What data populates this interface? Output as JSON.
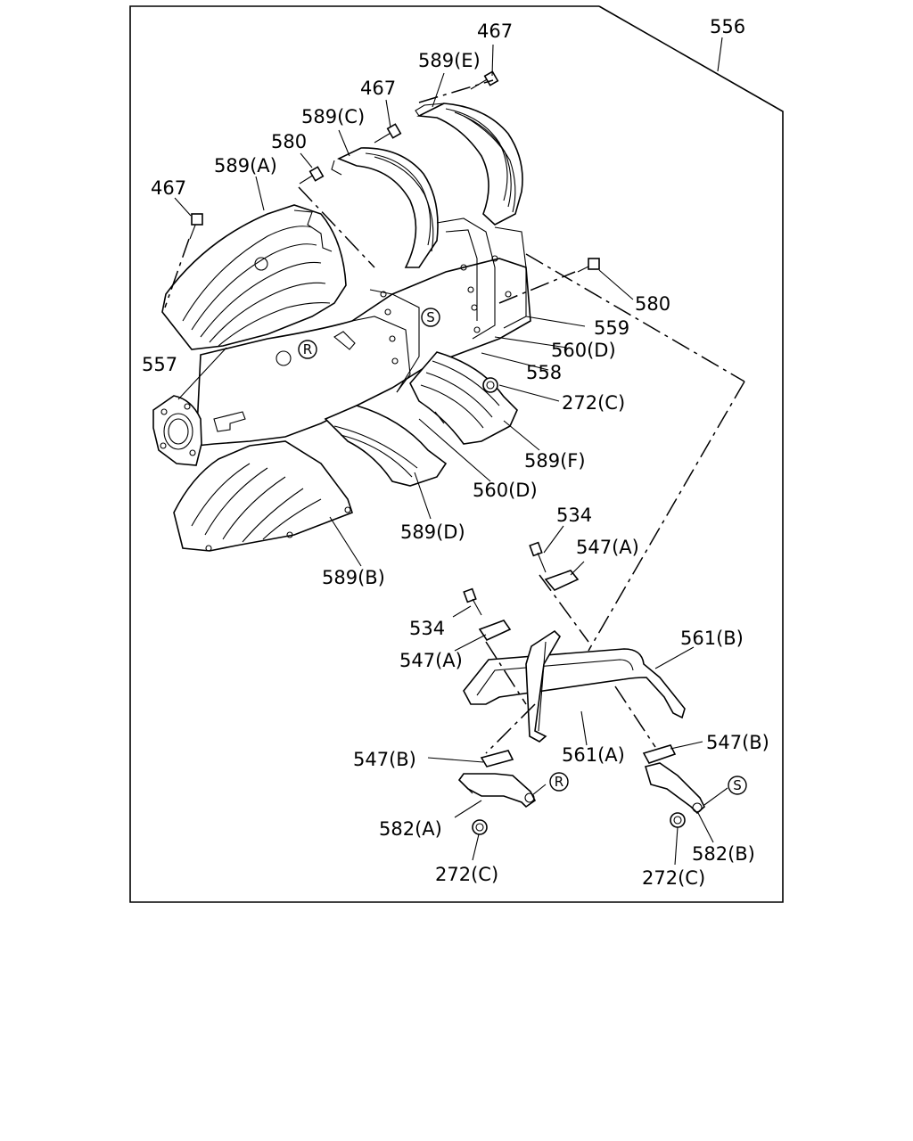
{
  "assembly_label": "556",
  "labels": {
    "l467_top": "467",
    "l589E": "589(E)",
    "l467_b": "467",
    "l589C": "589(C)",
    "l580_top": "580",
    "l589A": "589(A)",
    "l467_left": "467",
    "l580_right": "580",
    "l559": "559",
    "l560D_top": "560(D)",
    "l558": "558",
    "l557": "557",
    "l272C_top": "272(C)",
    "l589F": "589(F)",
    "l560D_bot": "560(D)",
    "l589D": "589(D)",
    "l589B": "589(B)",
    "l534_right": "534",
    "l547A_right": "547(A)",
    "l534_left": "534",
    "l547A_left": "547(A)",
    "l561B": "561(B)",
    "l547B_left": "547(B)",
    "l561A": "561(A)",
    "l547B_right": "547(B)",
    "l582A": "582(A)",
    "l272C_left": "272(C)",
    "l582B": "582(B)",
    "l272C_right": "272(C)"
  },
  "markers": {
    "r_body": "R",
    "s_body": "S",
    "r_bracket": "R",
    "s_bracket": "S"
  }
}
